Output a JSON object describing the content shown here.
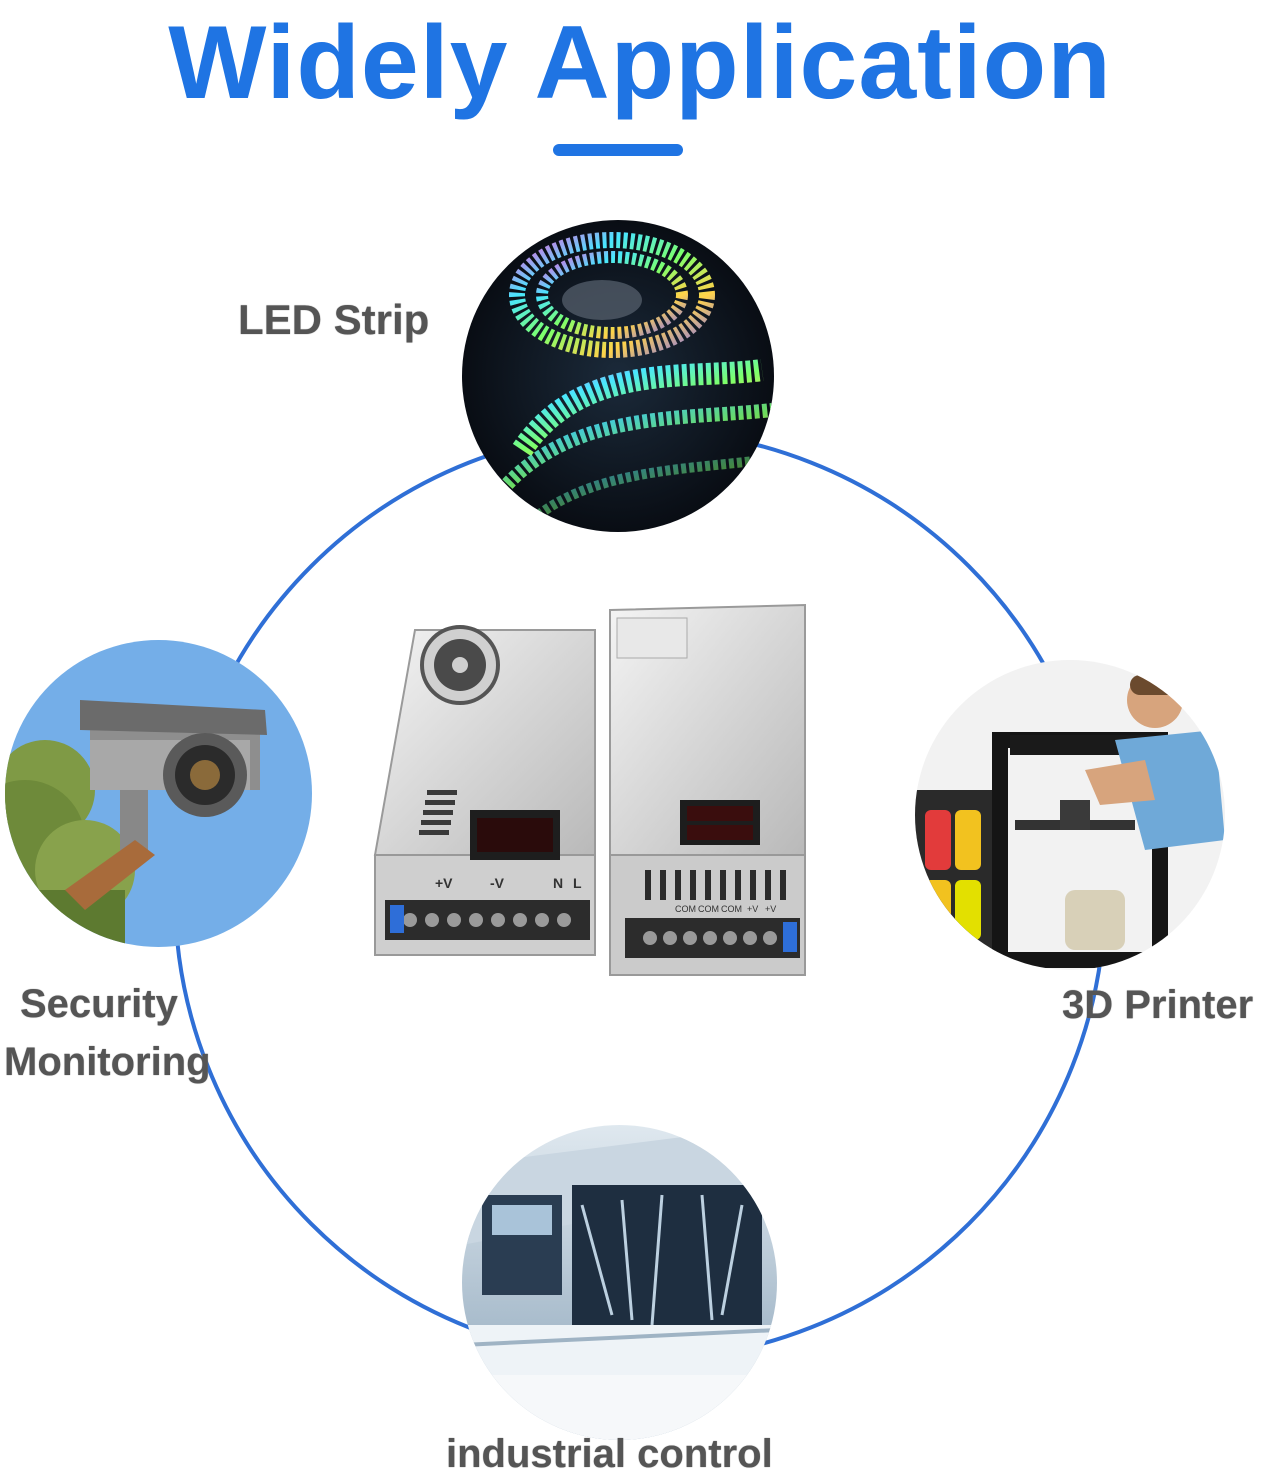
{
  "header": {
    "title": "Widely Application"
  },
  "applications": [
    {
      "label": "LED Strip",
      "icon": "led-strip-photo"
    },
    {
      "label": "3D Printer",
      "icon": "3d-printer-photo"
    },
    {
      "label": "industrial control",
      "icon": "industrial-machine-photo"
    },
    {
      "label_line1": "Security",
      "label_line2": "Monitoring",
      "icon": "security-camera-photo"
    }
  ],
  "product": {
    "left_unit": {
      "terminals": [
        "+V",
        "-V",
        "N",
        "L"
      ]
    },
    "right_unit": {
      "terminals": [
        "COM",
        "COM",
        "COM",
        "+V",
        "+V"
      ]
    }
  },
  "colors": {
    "accent": "#1f74e3",
    "label": "#555555",
    "ring": "#2f6fd6"
  }
}
